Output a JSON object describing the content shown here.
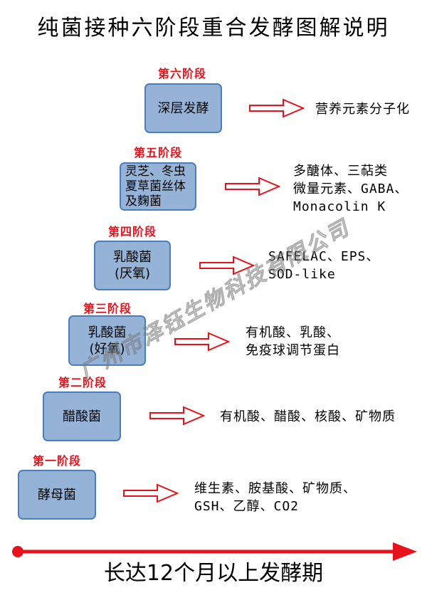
{
  "title": "纯菌接种六阶段重合发酵图解说明",
  "stages": [
    {
      "label": "第六阶段",
      "box_lines": [
        "深层发酵"
      ],
      "products": [
        "营养元素分子化"
      ]
    },
    {
      "label": "第五阶段",
      "box_lines": [
        "灵芝、冬虫",
        "夏草菌丝体",
        "及麴菌"
      ],
      "products": [
        "多醣体、三萜类",
        "微量元素、GABA、",
        "Monacolin K"
      ]
    },
    {
      "label": "第四阶段",
      "box_lines": [
        "乳酸菌",
        "(厌氧)"
      ],
      "products": [
        "SAFELAC、EPS、",
        "SOD-like"
      ]
    },
    {
      "label": "第三阶段",
      "box_lines": [
        "乳酸菌",
        "(好氧)"
      ],
      "products": [
        "有机酸、乳酸、",
        "免疫球调节蛋白"
      ]
    },
    {
      "label": "第二阶段",
      "box_lines": [
        "醋酸菌"
      ],
      "products": [
        "有机酸、醋酸、核酸、矿物质"
      ]
    },
    {
      "label": "第一阶段",
      "box_lines": [
        "酵母菌"
      ],
      "products": [
        "维生素、胺基酸、矿物质、",
        "GSH、乙醇、CO2"
      ]
    }
  ],
  "timeline": {
    "caption": "长达12个月以上发酵期"
  },
  "watermark": "广州市泽钰生物科技有限公司",
  "colors": {
    "accent_red": "#e8121c",
    "box_fill": "#95b3d7",
    "box_border": "#4a7ebb"
  },
  "icons": {
    "stage_arrow": "hollow-right-arrow-icon",
    "timeline_arrow": "timeline-arrow-icon"
  }
}
